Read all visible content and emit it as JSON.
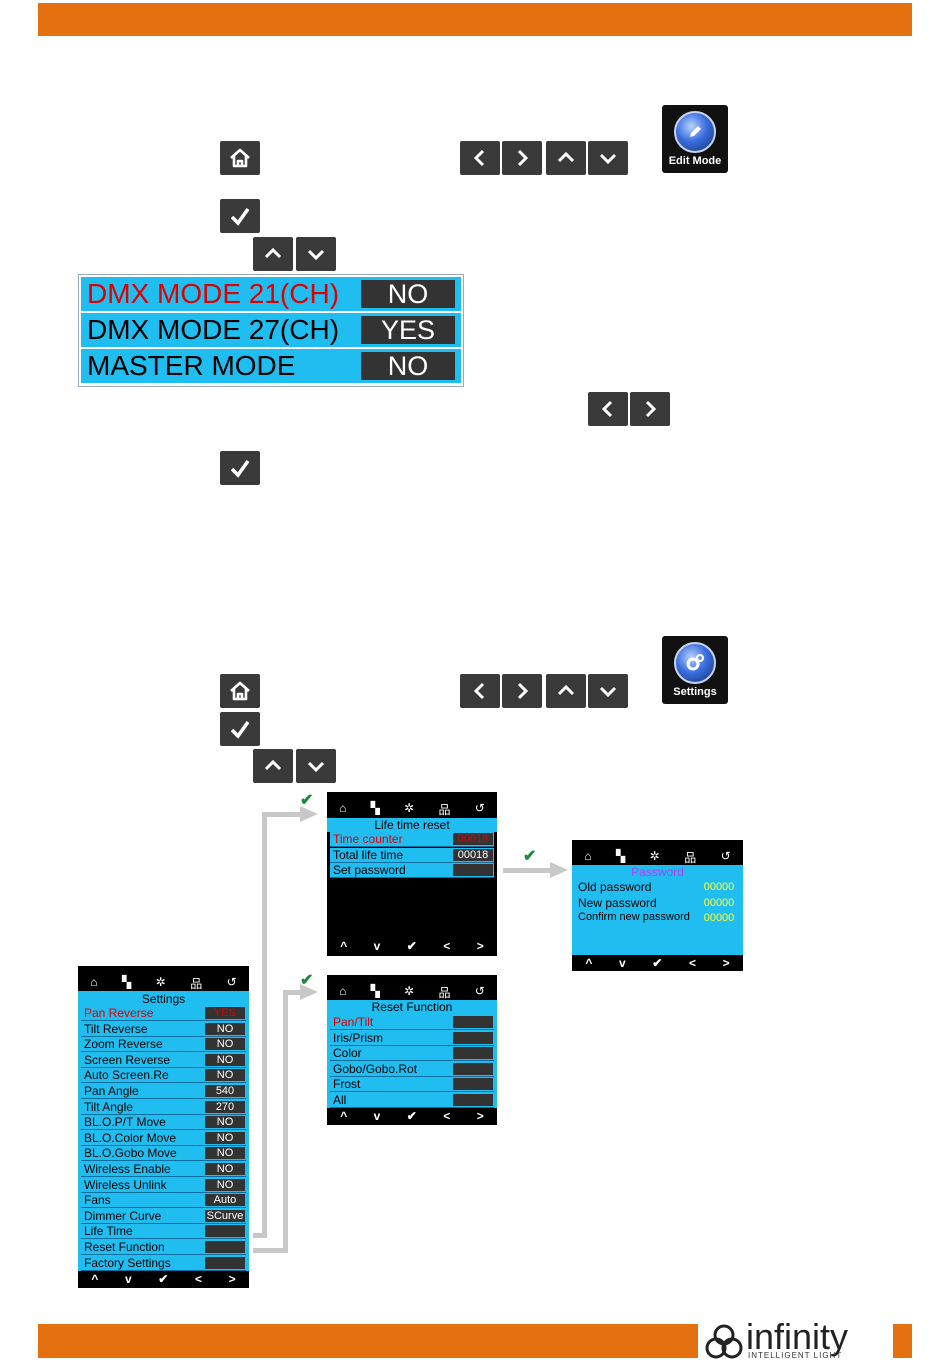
{
  "keys": {
    "home": "home",
    "enter": "check",
    "left": "<",
    "right": ">",
    "up": "^",
    "down": "v"
  },
  "edit_mode_label": "Edit Mode",
  "settings_label": "Settings",
  "dmx_table": [
    {
      "name": "DMX MODE 21(CH)",
      "value": "NO",
      "color": "#e00000"
    },
    {
      "name": "DMX MODE 27(CH)",
      "value": "YES",
      "color": "#000000"
    },
    {
      "name": "MASTER MODE",
      "value": "NO",
      "color": "#000000"
    }
  ],
  "settings_screen": {
    "title": "Settings",
    "rows": [
      {
        "name": "Pan Reverse",
        "value": "YES",
        "highlight": true
      },
      {
        "name": "Tilt Reverse",
        "value": "NO"
      },
      {
        "name": "Zoom Reverse",
        "value": "NO"
      },
      {
        "name": "Screen Reverse",
        "value": "NO"
      },
      {
        "name": "Auto Screen.Re",
        "value": "NO"
      },
      {
        "name": "Pan Angle",
        "value": "540"
      },
      {
        "name": "Tilt Angle",
        "value": "270"
      },
      {
        "name": "BL.O.P/T Move",
        "value": "NO"
      },
      {
        "name": "BL.O.Color Move",
        "value": "NO"
      },
      {
        "name": "BL.O.Gobo Move",
        "value": "NO"
      },
      {
        "name": "Wireless Enable",
        "value": "NO"
      },
      {
        "name": "Wireless Unlink",
        "value": "NO"
      },
      {
        "name": "Fans",
        "value": "Auto"
      },
      {
        "name": "Dimmer Curve",
        "value": "SCurve"
      },
      {
        "name": "Life Time",
        "value": ""
      },
      {
        "name": "Reset Function",
        "value": ""
      },
      {
        "name": "Factory Settings",
        "value": ""
      }
    ]
  },
  "lifetime_screen": {
    "title": "Life time reset",
    "rows": [
      {
        "name": "Time counter",
        "value": "00018",
        "highlight": true
      },
      {
        "name": "Total life time",
        "value": "00018"
      },
      {
        "name": "Set password",
        "value": ""
      }
    ]
  },
  "password_screen": {
    "title": "Password",
    "rows": [
      {
        "name": "Old password",
        "value": "00000"
      },
      {
        "name": "New password",
        "value": "00000"
      },
      {
        "name": "Confirm new password",
        "value": "00000"
      }
    ]
  },
  "reset_screen": {
    "title": "Reset Function",
    "rows": [
      {
        "name": "Pan/Tilt",
        "value": "",
        "highlight": true
      },
      {
        "name": "Iris/Prism",
        "value": ""
      },
      {
        "name": "Color",
        "value": ""
      },
      {
        "name": "Gobo/Gobo.Rot",
        "value": ""
      },
      {
        "name": "Frost",
        "value": ""
      },
      {
        "name": "All",
        "value": ""
      }
    ]
  },
  "logo": {
    "brand": "infinity",
    "tagline": "INTELLIGENT LIGHT"
  }
}
